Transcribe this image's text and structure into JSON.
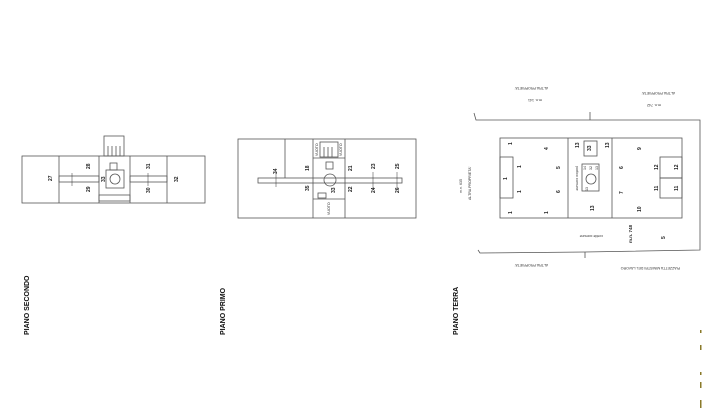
{
  "floors": {
    "second": {
      "title": "PIANO SECONDO",
      "labels": [
        "27",
        "28",
        "29",
        "33",
        "31",
        "30",
        "32"
      ]
    },
    "first": {
      "title": "PIANO PRIMO",
      "labels": [
        "34",
        "18",
        "21",
        "23",
        "25",
        "35",
        "33",
        "22",
        "24",
        "26"
      ],
      "notes": [
        "VUOTO",
        "VUOTO",
        "VUOTO"
      ]
    },
    "ground": {
      "title": "PIANO TERRA",
      "labels": [
        "1",
        "4",
        "13",
        "33",
        "13",
        "9",
        "1",
        "1",
        "5",
        "6",
        "12",
        "12",
        "1",
        "6",
        "7",
        "11",
        "11",
        "1",
        "1",
        "13",
        "10",
        "5",
        "14",
        "32",
        "13",
        "13"
      ],
      "notes": {
        "north_left": "ALTRA PROPRIETA'",
        "north_left_parcel": "m.n. 141",
        "north_right": "ALTRA PROPRIETA'",
        "north_right_parcel": "m.n. 742",
        "west": "ALTRA PROPRIETA'",
        "west_parcel": "m.n. 635",
        "south_left": "ALTRA PROPRIETA'",
        "south_right": "PIAZZETTA MINISTRI DEL LAVORO",
        "parcel_748": "m.n. 748",
        "courtyard": "cortile comune",
        "portico": "portico comune"
      }
    }
  },
  "colors": {
    "line": "#555555",
    "text": "#222222",
    "marks": "#8a7a2a"
  }
}
